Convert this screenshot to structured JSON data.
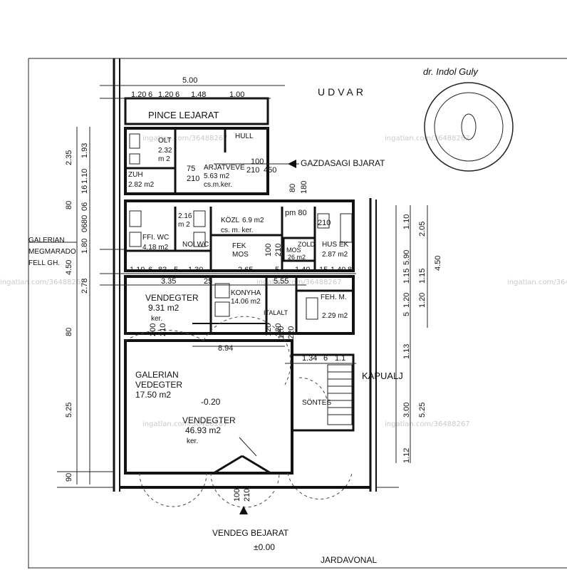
{
  "labels": {
    "udvar": "UDVAR",
    "pince_lejarat": "PINCE LEJARAT",
    "gazdasagi_bejarat": "GAZDASAGI BJARAT",
    "kapualj": "KAPUALJ",
    "jardavonal": "JARDAVONAL",
    "vendeg_bejarat": "VENDEG BEJARAT",
    "elevation": "±0.00",
    "elevation2": "-0.20",
    "galerian_left_1": "GALERIAN",
    "galerian_left_2": "MEGMARADO",
    "galerian_left_3": "FELL GH.",
    "signature": "dr. Indol Guly"
  },
  "rooms": {
    "ol_name": "OLT",
    "ol_area": "2.32",
    "ol_unit": "m 2",
    "zuh_name": "ZUH",
    "zuh_area": "2.82 m2",
    "arjatveve_name": "ARJATVEVE",
    "arjatveve_area": "5.63 m2",
    "arjatveve_floor": "cs.m.ker.",
    "hull": "HULL",
    "kozl_name": "KÖZL",
    "kozl_area": "6.9 m2",
    "kozl_floor": "cs. m. ker.",
    "wc_small_area": "2.16",
    "wc_small_unit": "m 2",
    "ffi_wc": "FFI. WC",
    "ffi_wc_area": "4.18 m2",
    "noi_wc": "NOI WC",
    "fek_mos": "FEK",
    "fek_mos2": "MOS",
    "mos2": "MOS",
    "mos2_area": "26 m2",
    "zold": "ZOLD",
    "hus_ek": "HUS EK",
    "hus_ek_area": "2.87 m2",
    "vendegter_name": "VENDEGTER",
    "vendegter_area": "9.31 m2",
    "vendegter_floor": "ker.",
    "konyha_name": "KONYHA",
    "konyha_area": "14.06 m2",
    "italalt": "ITALALT",
    "fek_m": "FEH. M.",
    "fek_m_area": "2.29 m2",
    "gal_vendegter_1": "GALERIAN",
    "gal_vendegter_2": "VEDEGTER",
    "gal_vendegter_area": "17.50 m2",
    "main_vendegter": "VENDEGTER",
    "main_vendegter_area": "46.93 m2",
    "main_vendegter_floor": "ker.",
    "sontes": "SÖNTES"
  },
  "dimensions": {
    "top_500": "5.00",
    "top_120a": "1.20",
    "top_6a": "6",
    "top_120b": "1.20",
    "top_6b": "6",
    "top_148": "1.48",
    "top_100": "1.00",
    "left_235": "2.35",
    "left_193": "1.93",
    "left_110": "1.10",
    "left_16": "16",
    "left_80a": "80",
    "left_06a": "06",
    "left_80b": "80",
    "left_06b": "06",
    "left_180": "1.80",
    "left_450": "4.50",
    "left_278": "2.78",
    "left_80c": "80",
    "left_525": "5.25",
    "left_90": "90",
    "mid_110": "1.10",
    "mid_6": "6",
    "mid_83": "83",
    "mid_5": "5",
    "mid_130": "1.30",
    "mid_335": "3.35",
    "mid_25": "25",
    "mid_265": "2.65",
    "mid_5b": "5",
    "mid_140": "1.40",
    "mid_15": "15",
    "mid_140b": "1.40",
    "mid_8": "8",
    "mid_555": "5.55",
    "mid_894": "8.94",
    "mid_134": "1.34",
    "mid_6c": "6",
    "mid_11": "1.1",
    "right_110": "1.10",
    "right_205": "2.05",
    "right_590": "5.90",
    "right_115": "1.15",
    "right_450": "4.50",
    "right_120": "1.20",
    "right_5": "5",
    "right_113": "1.13",
    "right_300": "3.00",
    "right_525": "5.25",
    "right_112": "1.12",
    "door_100": "100",
    "door_210": "210",
    "door_450": "450",
    "door_80": "80",
    "door_180": "180",
    "door_pm80": "pm 80",
    "door_210b": "210",
    "door_75": "75",
    "door_210c": "210",
    "door_200": "200",
    "door_210d": "210",
    "door_120": "120",
    "door_220": "220",
    "door_120b": "120",
    "door_220b": "220",
    "door_100b": "100",
    "door_210e": "210",
    "door_100c": "100",
    "door_210f": "210"
  },
  "watermarks": {
    "w1": "ingatlan.com/36488267",
    "w2": "ingatlan.com/36488267",
    "w3": "ingatlan.com/36488267",
    "w4": "ingatlan.com/36488267",
    "w5": "ingatlan.com/36488267",
    "w6": "ingatlan.com/36488267",
    "w7": "ingatlan.com/36488267"
  }
}
